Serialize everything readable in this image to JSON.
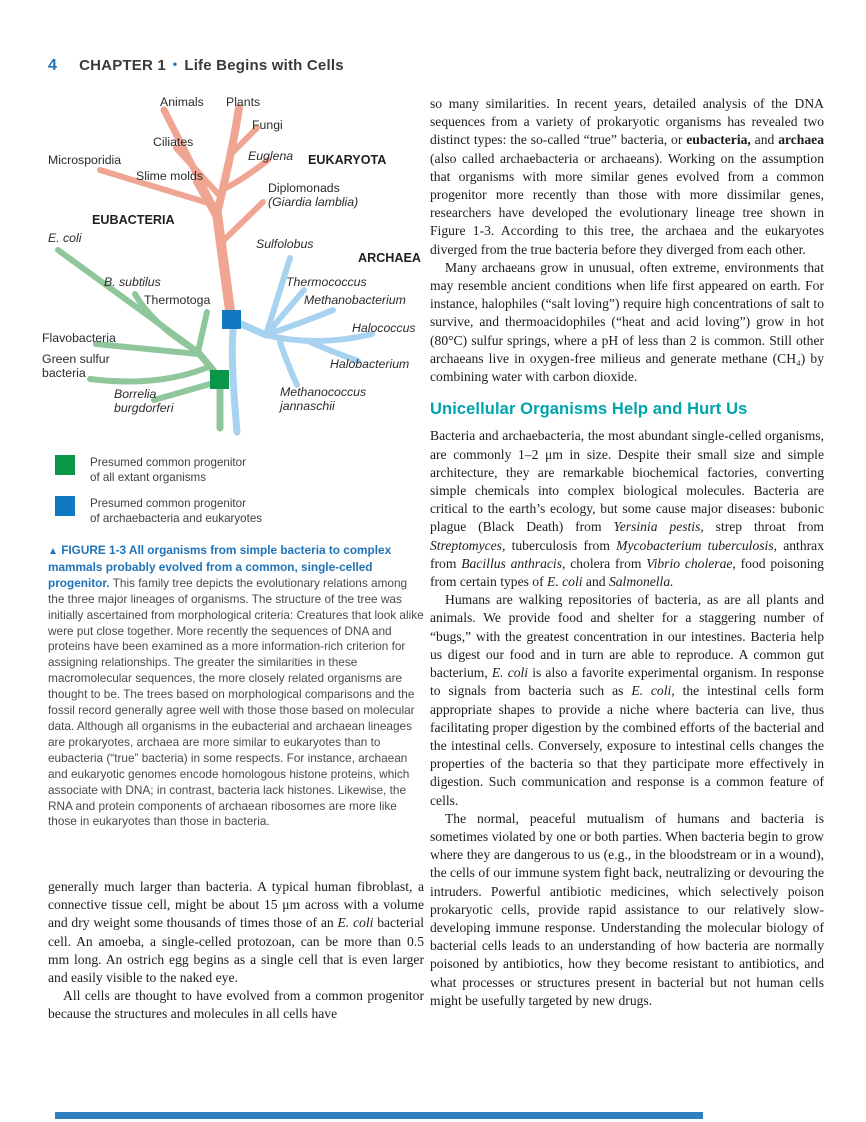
{
  "colors": {
    "page_number_blue": "#2173b8",
    "figure_caption_blue": "#2173b8",
    "section_heading_teal": "#00a4ae",
    "eukaryota_branch": "#f0a592",
    "eubacteria_branch": "#8fc69b",
    "archaea_branch": "#a8d3f0",
    "progenitor_all_square": "#0a9648",
    "progenitor_archaea_euk_square": "#1179c1",
    "bottom_bar_blue": "#2e80c0"
  },
  "header": {
    "page_number": "4",
    "chapter": "CHAPTER 1",
    "separator": "•",
    "chapter_title": "Life Begins with Cells"
  },
  "figure": {
    "labels": {
      "animals": "Animals",
      "plants": "Plants",
      "fungi": "Fungi",
      "ciliates": "Ciliates",
      "euglena": "Euglena",
      "microsporidia": "Microsporidia",
      "eukaryota": "EUKARYOTA",
      "slime_molds": "Slime molds",
      "diplomonads_1": "Diplomonads",
      "diplomonads_2": "(Giardia lamblia)",
      "eubacteria": "EUBACTERIA",
      "e_coli": "E. coli",
      "sulfolobus": "Sulfolobus",
      "archaea": "ARCHAEA",
      "b_subtilus": "B. subtilus",
      "thermococcus": "Thermococcus",
      "thermotoga": "Thermotoga",
      "methanobacterium": "Methanobacterium",
      "flavobacteria": "Flavobacteria",
      "halococcus": "Halococcus",
      "green_sulfur_1": "Green sulfur",
      "green_sulfur_2": "bacteria",
      "halobacterium": "Halobacterium",
      "borrelia_1": "Borrelia",
      "borrelia_2": "burgdorferi",
      "methanococcus_1": "Methanococcus",
      "methanococcus_2": "jannaschii"
    },
    "legend": [
      {
        "line1": "Presumed common progenitor",
        "line2": "of all extant organisms"
      },
      {
        "line1": "Presumed common progenitor",
        "line2": "of archaebacteria and eukaryotes"
      }
    ],
    "caption": {
      "marker": "▲",
      "lead": "FIGURE 1-3 All organisms from simple bacteria to complex mammals probably evolved from a common, single-celled progenitor.",
      "body": "This family tree depicts the evolutionary relations among the three major lineages of organisms. The structure of the tree was initially ascertained from morphological criteria: Creatures that look alike were put close together. More recently the sequences of DNA and proteins have been examined as a more information-rich criterion for assigning relationships. The greater the similarities in these macromolecular sequences, the more closely related organisms are thought to be. The trees based on morphological comparisons and the fossil record generally agree well with those those based on molecular data. Although all organisms in the eubacterial and archaean lineages are prokaryotes, archaea are more similar to eukaryotes than to eubacteria (“true” bacteria) in some respects. For instance, archaean and eukaryotic genomes encode homologous histone proteins, which associate with DNA; in contrast, bacteria lack histones. Likewise, the RNA and protein components of archaean ribosomes are more like those in eukaryotes than those in bacteria."
    }
  },
  "left_column": {
    "para1": "generally much larger than bacteria. A typical human fibroblast, a connective tissue cell, might be about 15 μm across with a volume and dry weight some thousands of times those of an *E. coli* bacterial cell. An amoeba, a single-celled protozoan, can be more than 0.5 mm long. An ostrich egg begins as a single cell that is even larger and easily visible to the naked eye.",
    "para2": "All cells are thought to have evolved from a common progenitor because the structures and molecules in all cells have"
  },
  "right_column": {
    "para1": "so many similarities. In recent years, detailed analysis of the DNA sequences from a variety of prokaryotic organisms has revealed two distinct types: the so-called “true” bacteria, or **eubacteria,** and **archaea** (also called archaebacteria or archaeans). Working on the assumption that organisms with more similar genes evolved from a common progenitor more recently than those with more dissimilar genes, researchers have developed the evolutionary lineage tree shown in Figure 1-3. According to this tree, the archaea and the eukaryotes diverged from the true bacteria before they diverged from each other.",
    "para2": "Many archaeans grow in unusual, often extreme, environments that may resemble ancient conditions when life first appeared on earth. For instance, halophiles (“salt loving”) require high concentrations of salt to survive, and thermoacidophiles (“heat and acid loving”) grow in hot (80°C) sulfur springs, where a pH of less than 2 is common. Still other archaeans live in oxygen-free milieus and generate methane (CH₄) by combining water with carbon dioxide.",
    "heading": "Unicellular Organisms Help and Hurt Us",
    "para3": "Bacteria and archaebacteria, the most abundant single-celled organisms, are commonly 1–2 μm in size. Despite their small size and simple architecture, they are remarkable biochemical factories, converting simple chemicals into complex biological molecules. Bacteria are critical to the earth’s ecology, but some cause major diseases: bubonic plague (Black Death) from *Yersinia pestis,* strep throat from *Streptomyces,* tuberculosis from *Mycobacterium tuberculosis,* anthrax from *Bacillus anthracis,* cholera from *Vibrio cholerae,* food poisoning from certain types of *E. coli* and *Salmonella.*",
    "para4": "Humans are walking repositories of bacteria, as are all plants and animals. We provide food and shelter for a staggering number of “bugs,” with the greatest concentration in our intestines. Bacteria help us digest our food and in turn are able to reproduce. A common gut bacterium, *E. coli* is also a favorite experimental organism. In response to signals from bacteria such as *E. coli,* the intestinal cells form appropriate shapes to provide a niche where bacteria can live, thus facilitating proper digestion by the combined efforts of the bacterial and the intestinal cells. Conversely, exposure to intestinal cells changes the properties of the bacteria so that they participate more effectively in digestion. Such communication and response is a common feature of cells.",
    "para5": "The normal, peaceful mutualism of humans and bacteria is sometimes violated by one or both parties. When bacteria begin to grow where they are dangerous to us (e.g., in the bloodstream or in a wound), the cells of our immune system fight back, neutralizing or devouring the intruders. Powerful antibiotic medicines, which selectively poison prokaryotic cells, provide rapid assistance to our relatively slow-developing immune response. Understanding the molecular biology of bacterial cells leads to an understanding of how bacteria are normally poisoned by antibiotics, how they become resistant to antibiotics, and what processes or structures present in bacterial but not human cells might be usefully targeted by new drugs."
  }
}
